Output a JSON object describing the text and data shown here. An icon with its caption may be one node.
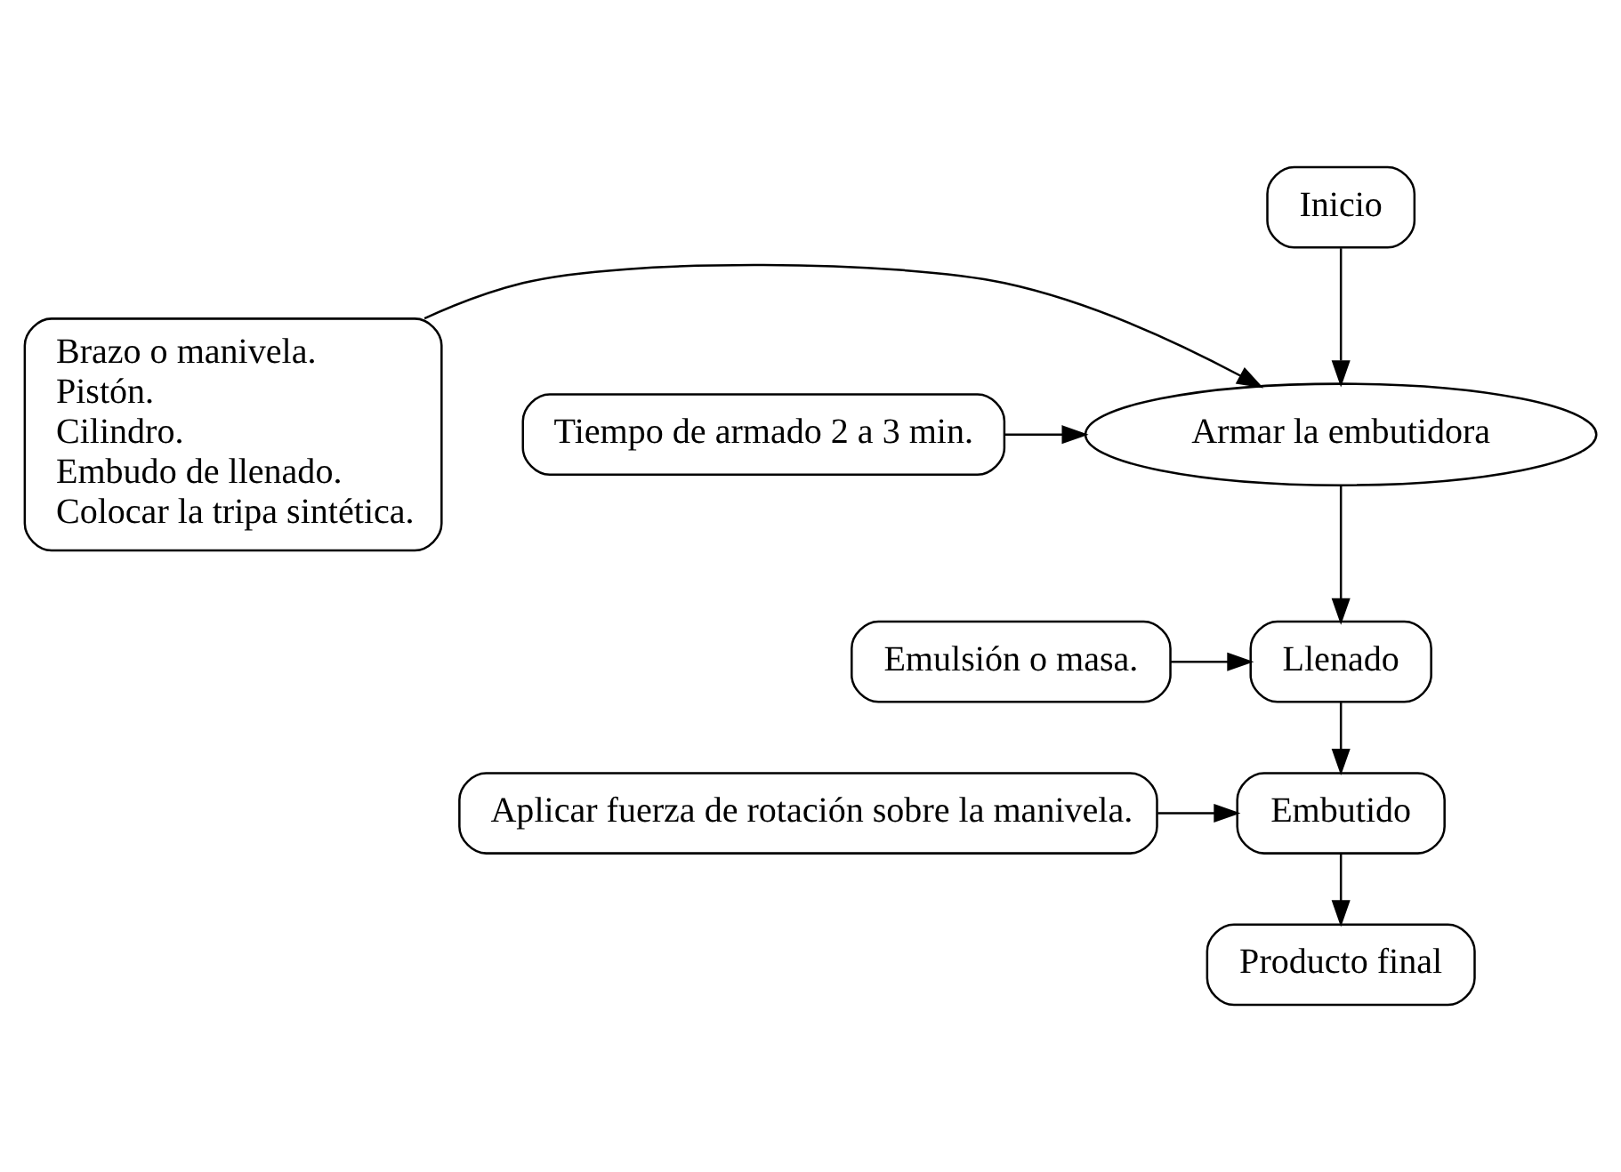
{
  "diagram": {
    "nodes": [
      {
        "text": [
          "Brazo o manivela.",
          "Pistón.",
          "Cilindro.",
          "Embudo de llenado.",
          "Colocar la tripa sintética."
        ]
      },
      {
        "text": [
          "Inicio"
        ]
      },
      {
        "text": [
          "Armar la embutidora"
        ]
      },
      {
        "text": [
          "Tiempo de armado 2 a 3 min."
        ]
      },
      {
        "text": [
          "Llenado"
        ]
      },
      {
        "text": [
          "Emulsión o masa."
        ]
      },
      {
        "text": [
          "Embutido"
        ]
      },
      {
        "text": [
          "Aplicar fuerza de rotación sobre la manivela."
        ]
      },
      {
        "text": [
          "Producto final"
        ]
      }
    ],
    "edges": [
      {
        "from": 1,
        "to": 2,
        "arrow": "to"
      },
      {
        "from": 0,
        "to": 2,
        "arrow": "to"
      },
      {
        "from": 3,
        "to": 2,
        "arrow": "to"
      },
      {
        "from": 2,
        "to": 4,
        "arrow": "to"
      },
      {
        "from": 5,
        "to": 4,
        "arrow": "to"
      },
      {
        "from": 4,
        "to": 6,
        "arrow": "to"
      },
      {
        "from": 7,
        "to": 6,
        "arrow": "to"
      },
      {
        "from": 6,
        "to": 8,
        "arrow": "to"
      }
    ]
  }
}
